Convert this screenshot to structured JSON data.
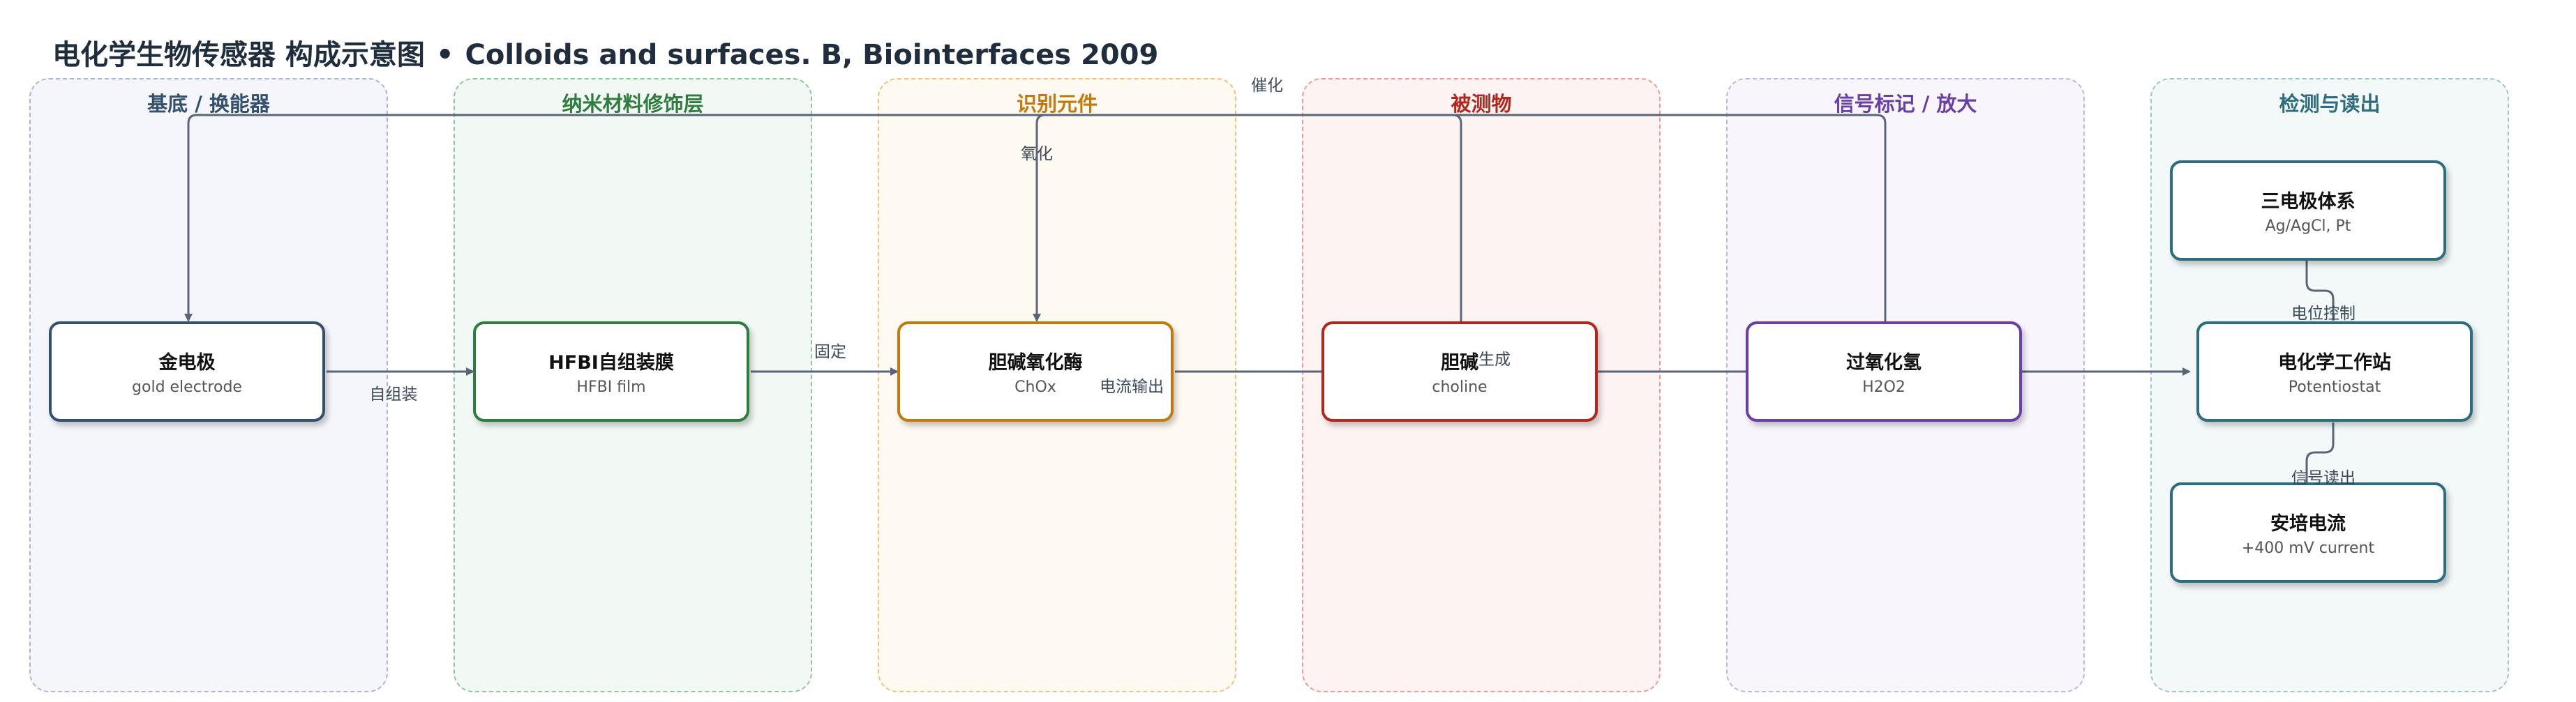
{
  "header": {
    "title_cn": "电化学生物传感器 构成示意图",
    "separator": "•",
    "title_en": "Colloids and surfaces. B, Biointerfaces 2009"
  },
  "panels": [
    {
      "title": "基底 / 换能器",
      "border": "#aab4d4",
      "fill": "#f5f6fb",
      "title_color": "#33506e"
    },
    {
      "title": "纳米材料修饰层",
      "border": "#8cc79b",
      "fill": "#f2f8f3",
      "title_color": "#2e7d3e"
    },
    {
      "title": "识别元件",
      "border": "#f1c27d",
      "fill": "#fffaf1",
      "title_color": "#c27a0e"
    },
    {
      "title": "被测物",
      "border": "#ec9a9a",
      "fill": "#fdf3f3",
      "title_color": "#b3261e"
    },
    {
      "title": "信号标记 / 放大",
      "border": "#c2b3e0",
      "fill": "#f8f5fc",
      "title_color": "#6a3fa5"
    },
    {
      "title": "检测与读出",
      "border": "#9fc4cc",
      "fill": "#f3f8f8",
      "title_color": "#2e6d7d"
    }
  ],
  "nodes": {
    "gold": {
      "label": "金电极",
      "sub": "gold electrode",
      "color": "#33506e"
    },
    "hfbi": {
      "label": "HFBI自组装膜",
      "sub": "HFBI film",
      "color": "#2e7d3e"
    },
    "chox": {
      "label": "胆碱氧化酶",
      "sub": "ChOx",
      "color": "#c27a0e"
    },
    "choline": {
      "label": "胆碱",
      "sub": "choline",
      "color": "#b3261e"
    },
    "h2o2": {
      "label": "过氧化氢",
      "sub": "H2O2",
      "color": "#6a3fa5"
    },
    "three": {
      "label": "三电极体系",
      "sub": "Ag/AgCl, Pt",
      "color": "#2e6d7d"
    },
    "pot": {
      "label": "电化学工作站",
      "sub": "Potentiostat",
      "color": "#2e6d7d"
    },
    "amp": {
      "label": "安培电流",
      "sub": "+400 mV current",
      "color": "#2e6d7d"
    }
  },
  "edge_labels": {
    "assemble": "自组装",
    "fix": "固定",
    "catalyze": "催化",
    "oxidize": "氧化",
    "generate": "生成",
    "output": "电流输出",
    "potential": "电位控制",
    "readout": "信号读出"
  },
  "edge_color": "#5a6678"
}
